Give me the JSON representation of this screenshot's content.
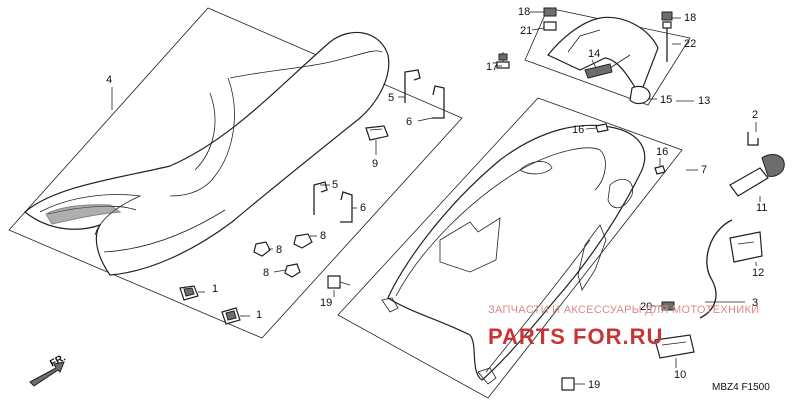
{
  "parts": [
    {
      "ref": "1"
    },
    {
      "ref": "1"
    },
    {
      "ref": "2"
    },
    {
      "ref": "3"
    },
    {
      "ref": "4"
    },
    {
      "ref": "5"
    },
    {
      "ref": "5"
    },
    {
      "ref": "6"
    },
    {
      "ref": "6"
    },
    {
      "ref": "7"
    },
    {
      "ref": "8"
    },
    {
      "ref": "8"
    },
    {
      "ref": "8"
    },
    {
      "ref": "9"
    },
    {
      "ref": "10"
    },
    {
      "ref": "11"
    },
    {
      "ref": "12"
    },
    {
      "ref": "13"
    },
    {
      "ref": "14"
    },
    {
      "ref": "15"
    },
    {
      "ref": "16"
    },
    {
      "ref": "16"
    },
    {
      "ref": "17"
    },
    {
      "ref": "18"
    },
    {
      "ref": "18"
    },
    {
      "ref": "19"
    },
    {
      "ref": "19"
    },
    {
      "ref": "20"
    },
    {
      "ref": "21"
    },
    {
      "ref": "22"
    }
  ],
  "watermark": {
    "line1": "ЗАПЧАСТИ И АКСЕССУАРЫ ДЛЯ МОТОТЕХНИКИ",
    "line2": "PARTS FOR.RU"
  },
  "direction_label": "FR.",
  "diagram_code": "MBZ4 F1500"
}
